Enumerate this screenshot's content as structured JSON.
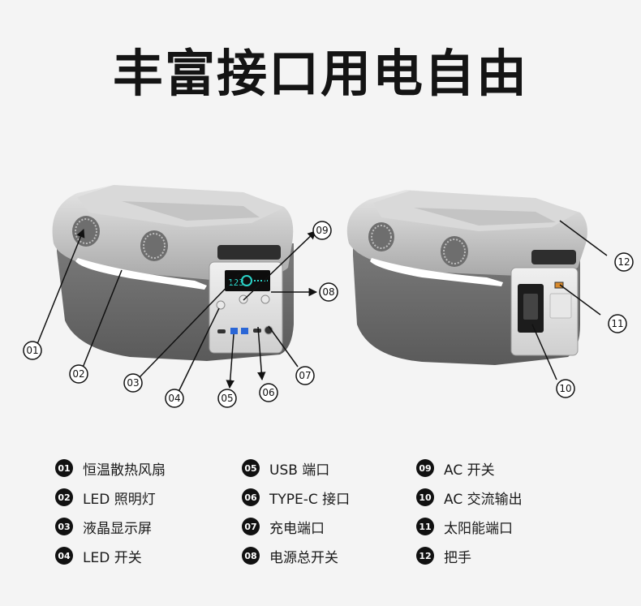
{
  "title": "丰富接口用电自由",
  "callouts": [
    "01",
    "02",
    "03",
    "04",
    "05",
    "06",
    "07",
    "08",
    "09",
    "10",
    "11",
    "12"
  ],
  "panel": {
    "display_number": "123"
  },
  "legend": [
    {
      "num": "01",
      "label": "恒温散热风扇"
    },
    {
      "num": "05",
      "label": "USB 端口"
    },
    {
      "num": "09",
      "label": "AC 开关"
    },
    {
      "num": "02",
      "label": "LED 照明灯"
    },
    {
      "num": "06",
      "label": "TYPE-C 接口"
    },
    {
      "num": "10",
      "label": "AC 交流输出"
    },
    {
      "num": "03",
      "label": "液晶显示屏"
    },
    {
      "num": "07",
      "label": "充电端口"
    },
    {
      "num": "11",
      "label": "太阳能端口"
    },
    {
      "num": "04",
      "label": "LED 开关"
    },
    {
      "num": "08",
      "label": "电源总开关"
    },
    {
      "num": "12",
      "label": "把手"
    }
  ],
  "colors": {
    "body_gray": "#6b6b6b",
    "shell_silver": "#c8c8c8",
    "screen_teal": "#2bd3c8",
    "text": "#111111"
  }
}
